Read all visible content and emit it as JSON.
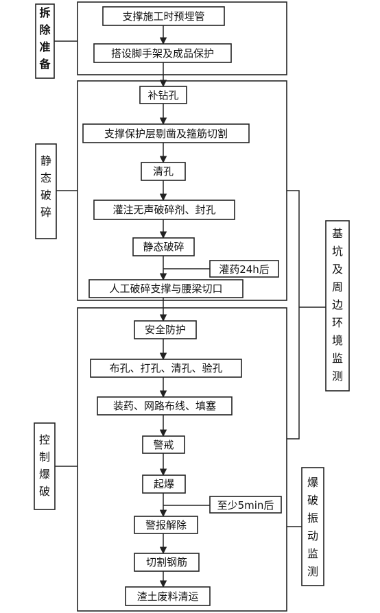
{
  "phases": {
    "prep": "拆除准备",
    "static": "静态破碎",
    "blast": "控制爆破"
  },
  "monitors": {
    "pit": "基坑及周边环境监测",
    "vibration": "爆破振动监测"
  },
  "steps": {
    "s1": "支撑施工时预埋管",
    "s2": "搭设脚手架及成品保护",
    "s3": "补钻孔",
    "s4": "支撑保护层剔凿及箍筋切割",
    "s5": "清孔",
    "s6": "灌注无声破碎剂、封孔",
    "s7": "静态破碎",
    "s8": "人工破碎支撑与腰梁切口",
    "s9": "安全防护",
    "s10": "布孔、打孔、清孔、验孔",
    "s11": "装药、网路布线、填塞",
    "s12": "警戒",
    "s13": "起爆",
    "s14": "警报解除",
    "s15": "切割钢筋",
    "s16": "渣土废料清运"
  },
  "notes": {
    "wait24": "灌药24h后",
    "wait5": "至少5min后"
  }
}
